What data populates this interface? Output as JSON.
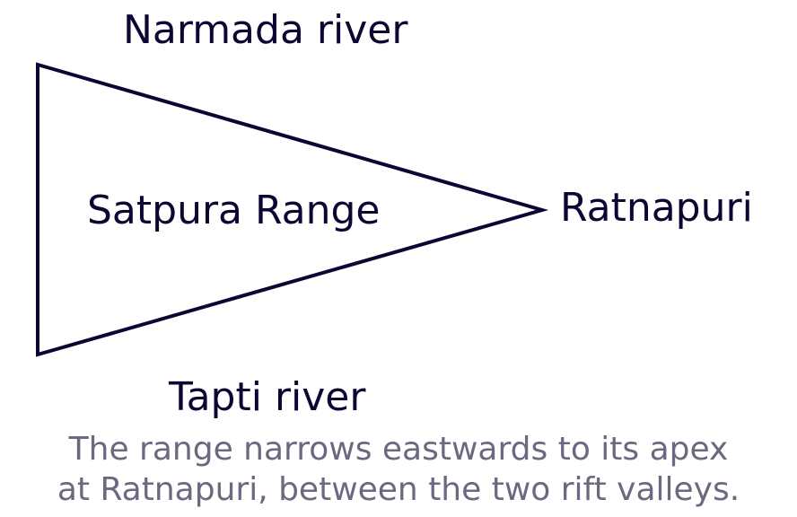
{
  "diagram": {
    "labels": {
      "north": "Narmada river",
      "south": "Tapti river",
      "inside": "Satpura Range",
      "apex": "Ratnapuri"
    },
    "caption": {
      "line1": "The range narrows eastwards to its apex",
      "line2": "at Ratnapuri, between the two rift valleys."
    },
    "colors": {
      "stroke": "#0d0633",
      "label": "#0d0633",
      "caption": "#6b6880",
      "background": "#ffffff"
    }
  }
}
